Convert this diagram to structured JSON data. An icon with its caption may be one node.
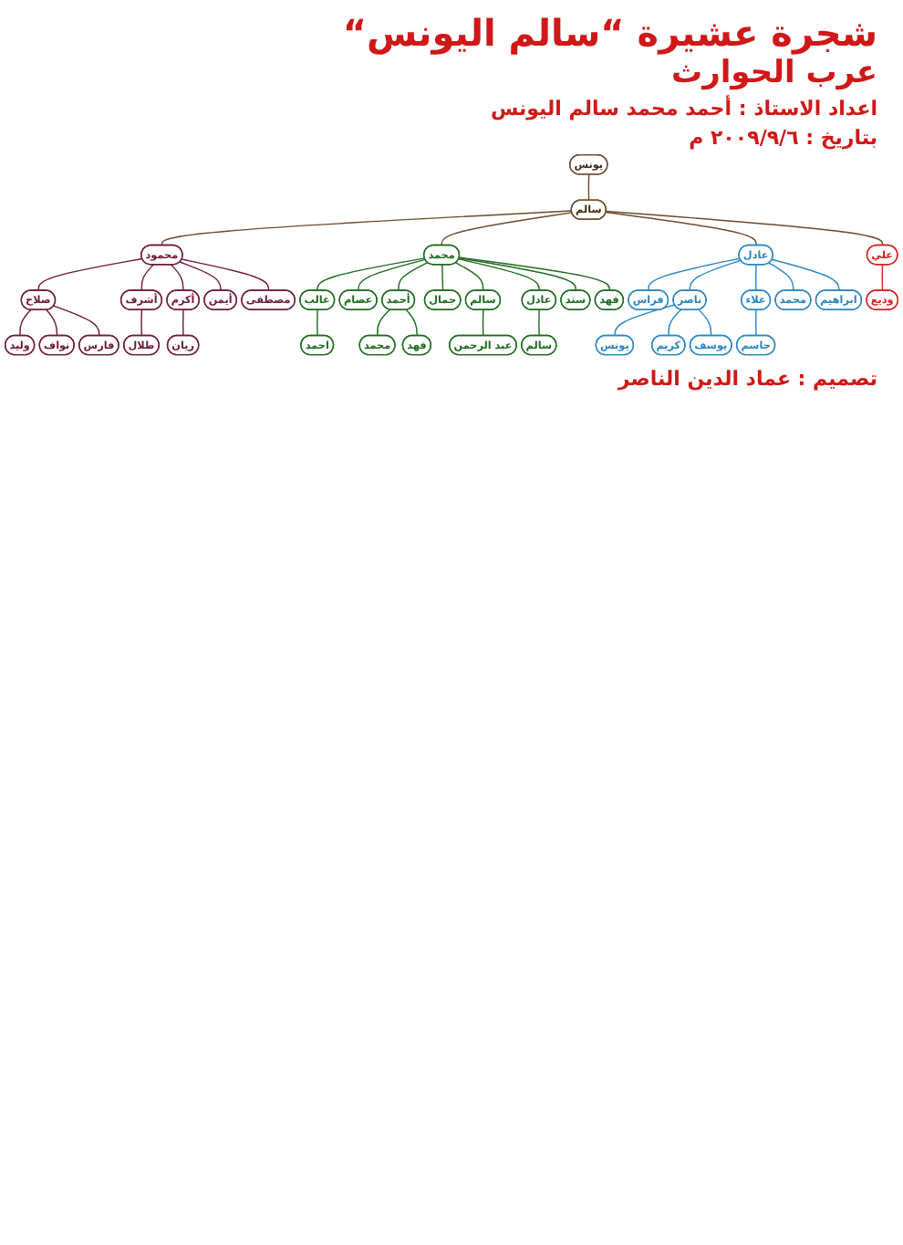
{
  "diagram": {
    "title": "شجرة عشيرة “سالم اليونس“",
    "caption": "تصميم : عماد الدين الناصر",
    "nodes": [
      {
        "text": [
          "يونس"
        ]
      },
      {
        "text": [
          "سالم"
        ]
      },
      {
        "text": [
          "محمود"
        ]
      },
      {
        "text": [
          "محمد"
        ]
      },
      {
        "text": [
          "عادل"
        ]
      },
      {
        "text": [
          "علي"
        ]
      },
      {
        "text": [
          "وديع"
        ]
      },
      {
        "text": [
          "صلاح"
        ]
      },
      {
        "text": [
          "أشرف"
        ]
      },
      {
        "text": [
          "أكرم"
        ]
      },
      {
        "text": [
          "أيمن"
        ]
      },
      {
        "text": [
          "مصطفى"
        ]
      },
      {
        "text": [
          "طلال"
        ]
      },
      {
        "text": [
          "ريان"
        ]
      },
      {
        "text": [
          "وليد"
        ]
      },
      {
        "text": [
          "نواف"
        ]
      },
      {
        "text": [
          "فارس"
        ]
      },
      {
        "text": [
          "فراس"
        ]
      },
      {
        "text": [
          "ناصر"
        ]
      },
      {
        "text": [
          "علاء"
        ]
      },
      {
        "text": [
          "محمد"
        ]
      },
      {
        "text": [
          "ابراهيم"
        ]
      },
      {
        "text": [
          "يونس"
        ]
      },
      {
        "text": [
          "كريم"
        ]
      },
      {
        "text": [
          "يوسف"
        ]
      },
      {
        "text": [
          "جاسم"
        ]
      },
      {
        "text": [
          "غالب"
        ]
      },
      {
        "text": [
          "عصام"
        ]
      },
      {
        "text": [
          "أحمد"
        ]
      },
      {
        "text": [
          "جمال"
        ]
      },
      {
        "text": [
          "سالم"
        ]
      },
      {
        "text": [
          "عادل"
        ]
      },
      {
        "text": [
          "سند"
        ]
      },
      {
        "text": [
          "فهد"
        ]
      },
      {
        "text": [
          "احمد"
        ]
      },
      {
        "text": [
          "عبد الرحمن"
        ]
      },
      {
        "text": [
          "سالم"
        ]
      },
      {
        "text": [
          "محمد"
        ]
      },
      {
        "text": [
          "فهد"
        ]
      }
    ],
    "edges": [
      {
        "from": 0,
        "to": 1,
        "arrow": "none",
        "color": "#6b4a2a"
      },
      {
        "from": 1,
        "to": 2,
        "arrow": "none",
        "color": "#6b4a2a"
      },
      {
        "from": 1,
        "to": 3,
        "arrow": "none",
        "color": "#6b4a2a"
      },
      {
        "from": 1,
        "to": 4,
        "arrow": "none",
        "color": "#6b4a2a"
      },
      {
        "from": 1,
        "to": 5,
        "arrow": "none",
        "color": "#6b4a2a"
      },
      {
        "from": 5,
        "to": 6,
        "arrow": "none",
        "color": "#d42020"
      },
      {
        "from": 2,
        "to": 7,
        "arrow": "none",
        "color": "#6e1a3a"
      },
      {
        "from": 2,
        "to": 8,
        "arrow": "none",
        "color": "#6e1a3a"
      },
      {
        "from": 2,
        "to": 9,
        "arrow": "none",
        "color": "#6e1a3a"
      },
      {
        "from": 2,
        "to": 10,
        "arrow": "none",
        "color": "#6e1a3a"
      },
      {
        "from": 2,
        "to": 11,
        "arrow": "none",
        "color": "#6e1a3a"
      },
      {
        "from": 8,
        "to": 12,
        "arrow": "none",
        "color": "#6e1a3a"
      },
      {
        "from": 9,
        "to": 13,
        "arrow": "none",
        "color": "#6e1a3a"
      },
      {
        "from": 7,
        "to": 14,
        "arrow": "none",
        "color": "#6e1a3a"
      },
      {
        "from": 7,
        "to": 15,
        "arrow": "none",
        "color": "#6e1a3a"
      },
      {
        "from": 7,
        "to": 16,
        "arrow": "none",
        "color": "#6e1a3a"
      },
      {
        "from": 4,
        "to": 17,
        "arrow": "none",
        "color": "#2a86c0"
      },
      {
        "from": 4,
        "to": 18,
        "arrow": "none",
        "color": "#2a86c0"
      },
      {
        "from": 4,
        "to": 19,
        "arrow": "none",
        "color": "#2a86c0"
      },
      {
        "from": 4,
        "to": 20,
        "arrow": "none",
        "color": "#2a86c0"
      },
      {
        "from": 4,
        "to": 21,
        "arrow": "none",
        "color": "#2a86c0"
      },
      {
        "from": 18,
        "to": 22,
        "arrow": "none",
        "color": "#2a86c0"
      },
      {
        "from": 18,
        "to": 23,
        "arrow": "none",
        "color": "#2a86c0"
      },
      {
        "from": 18,
        "to": 24,
        "arrow": "none",
        "color": "#2a86c0"
      },
      {
        "from": 19,
        "to": 25,
        "arrow": "none",
        "color": "#2a86c0"
      },
      {
        "from": 3,
        "to": 26,
        "arrow": "none"
      },
      {
        "from": 3,
        "to": 27,
        "arrow": "none"
      },
      {
        "from": 3,
        "to": 28,
        "arrow": "none"
      },
      {
        "from": 3,
        "to": 29,
        "arrow": "none"
      },
      {
        "from": 3,
        "to": 30,
        "arrow": "none"
      },
      {
        "from": 3,
        "to": 31,
        "arrow": "none"
      },
      {
        "from": 3,
        "to": 32,
        "arrow": "none"
      },
      {
        "from": 3,
        "to": 33,
        "arrow": "none"
      },
      {
        "from": 26,
        "to": 34,
        "arrow": "none"
      },
      {
        "from": 30,
        "to": 35,
        "arrow": "none"
      },
      {
        "from": 31,
        "to": 36,
        "arrow": "none"
      },
      {
        "from": 28,
        "to": 37,
        "arrow": "none"
      },
      {
        "from": 28,
        "to": 38,
        "arrow": "none"
      }
    ],
    "labels": [
      "عرب الحوارث",
      "اعداد الاستاذ : أحمد محمد سالم اليونس",
      "بتاريخ : ٢٠٠٩/٩/٦ م"
    ]
  }
}
